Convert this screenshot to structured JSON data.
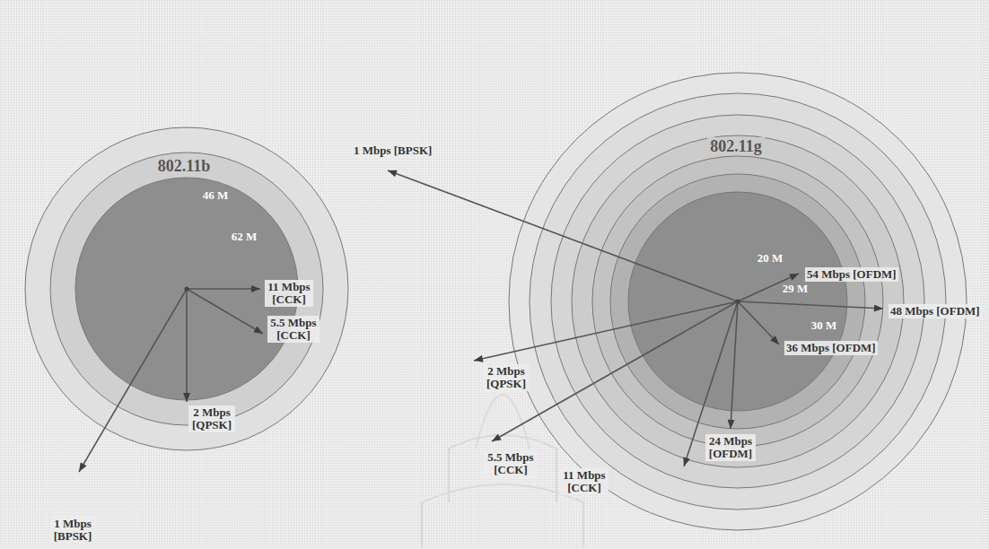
{
  "diagram": {
    "nodes": [
      {
        "text": [
          "802.11b"
        ]
      },
      {
        "text": [
          "802.11g"
        ]
      }
    ],
    "labels": [
      "46 M",
      "62 M",
      "11 Mbps [CCK]",
      "5.5 Mbps [CCK]",
      "2 Mbps [QPSK]",
      "1 Mbps [BPSK]",
      "1 Mbps [BPSK]",
      "20 M",
      "29 M",
      "30 M",
      "54 Mbps [OFDM]",
      "48 Mbps [OFDM]",
      "36 Mbps [OFDM]",
      "2 Mbps [QPSK]",
      "24 Mbps [OFDM]",
      "5.5 Mbps [CCK]",
      "11 Mbps [CCK]"
    ]
  }
}
